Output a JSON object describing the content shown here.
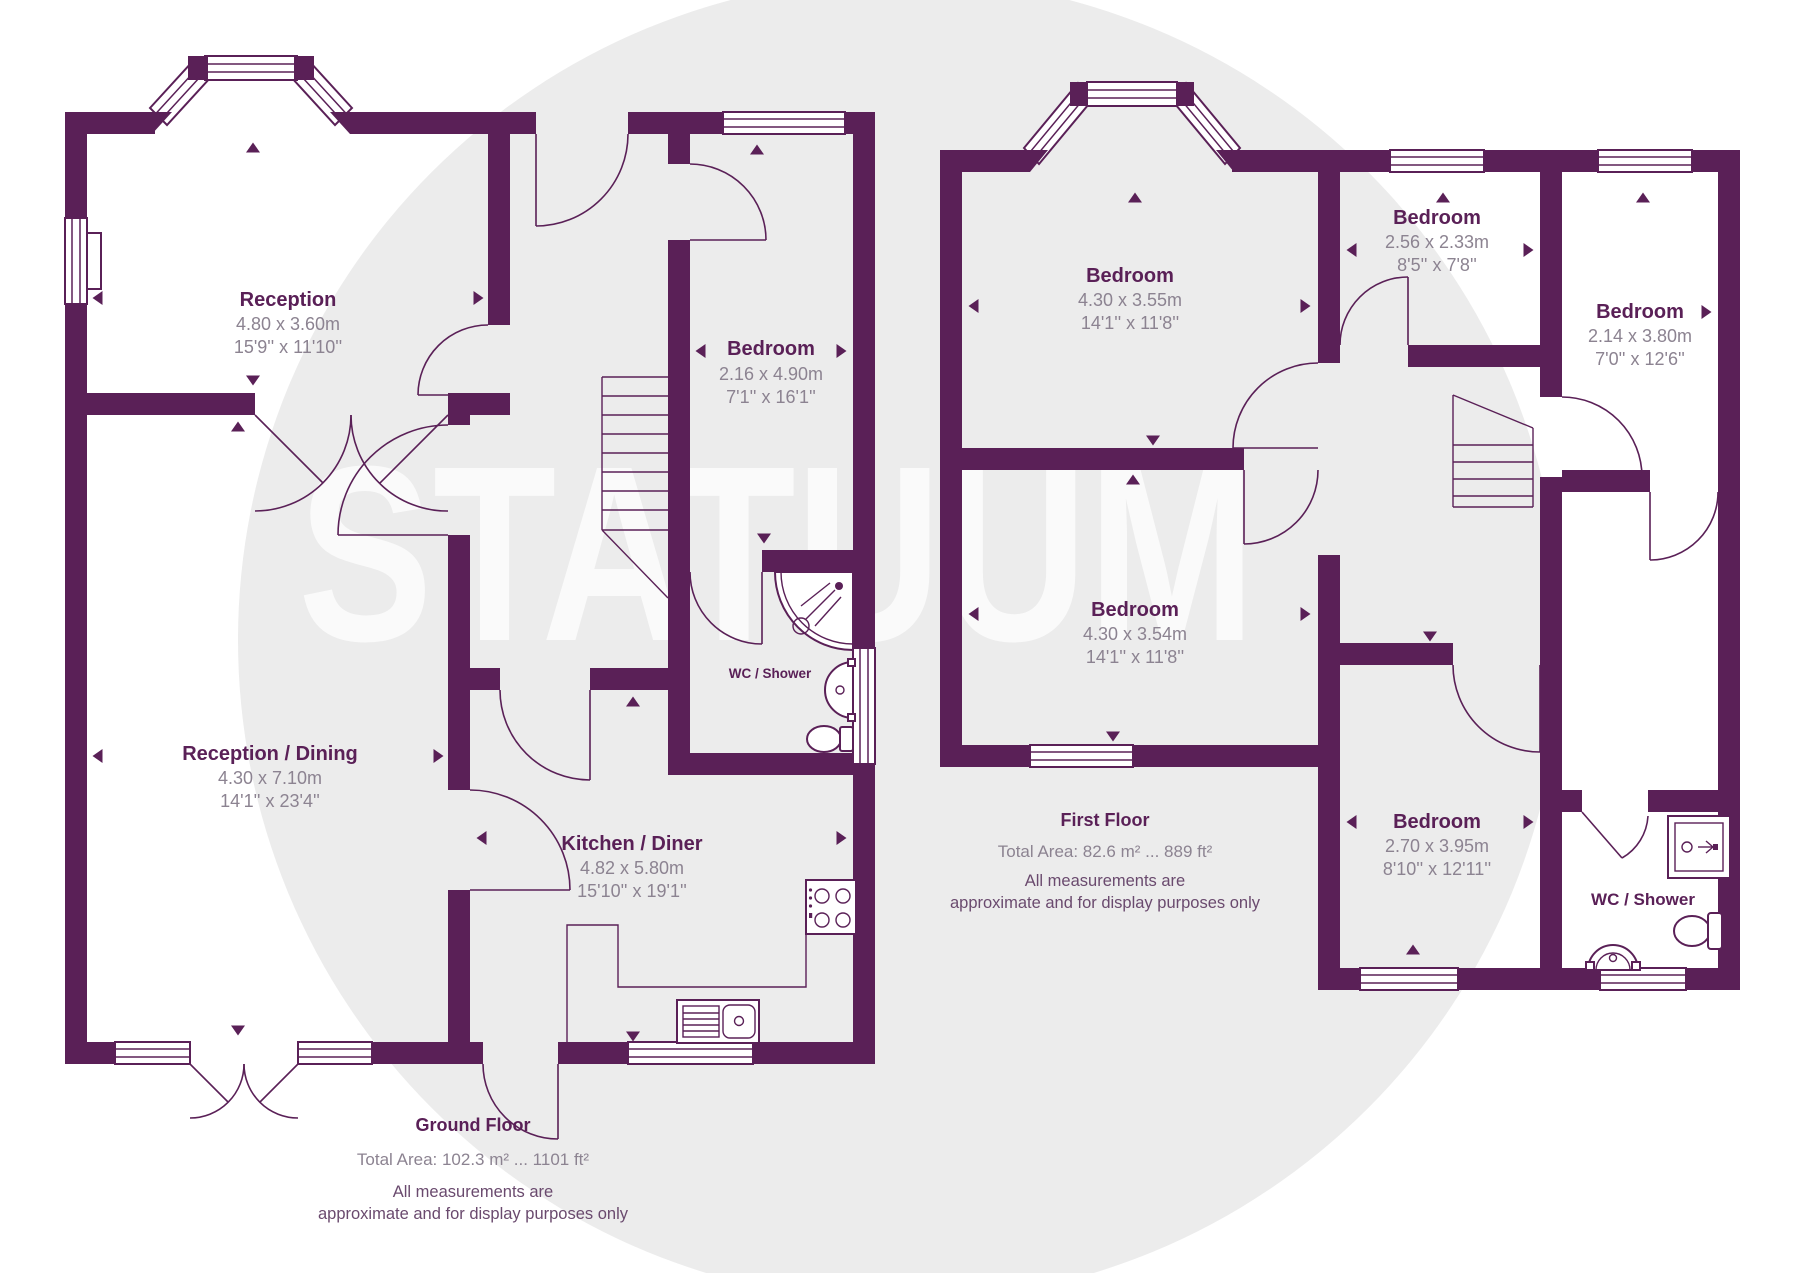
{
  "colors": {
    "wall": "#5a2057",
    "dim": "#8c8391",
    "note": "#6a4a6e",
    "circle": "#ececec",
    "wmark": "#fafafa"
  },
  "watermark": {
    "text": "STATUUM"
  },
  "ground": {
    "title": "Ground Floor",
    "area": "Total Area: 102.3 m² ... 1101 ft²",
    "note1": "All measurements are",
    "note2": "approximate and for display purposes only",
    "rooms": {
      "reception": {
        "name": "Reception",
        "m": "4.80 x 3.60m",
        "ft": "15'9'' x 11'10''"
      },
      "bedroom": {
        "name": "Bedroom",
        "m": "2.16 x 4.90m",
        "ft": "7'1'' x 16'1''"
      },
      "dining": {
        "name": "Reception / Dining",
        "m": "4.30 x 7.10m",
        "ft": "14'1'' x 23'4''"
      },
      "kitchen": {
        "name": "Kitchen / Diner",
        "m": "4.82 x 5.80m",
        "ft": "15'10'' x 19'1''"
      },
      "wc": {
        "name": "WC / Shower"
      }
    }
  },
  "first": {
    "title": "First Floor",
    "area": "Total Area: 82.6 m² ... 889 ft²",
    "note1": "All measurements are",
    "note2": "approximate and for display purposes only",
    "rooms": {
      "bedroom1": {
        "name": "Bedroom",
        "m": "4.30 x 3.55m",
        "ft": "14'1'' x 11'8''"
      },
      "bedroom2": {
        "name": "Bedroom",
        "m": "2.56 x 2.33m",
        "ft": "8'5'' x 7'8''"
      },
      "bedroom3": {
        "name": "Bedroom",
        "m": "2.14 x 3.80m",
        "ft": "7'0'' x 12'6''"
      },
      "bedroom4": {
        "name": "Bedroom",
        "m": "4.30 x 3.54m",
        "ft": "14'1'' x 11'8''"
      },
      "bedroom5": {
        "name": "Bedroom",
        "m": "2.70 x 3.95m",
        "ft": "8'10'' x 12'11''"
      },
      "wc": {
        "name": "WC / Shower"
      }
    }
  }
}
